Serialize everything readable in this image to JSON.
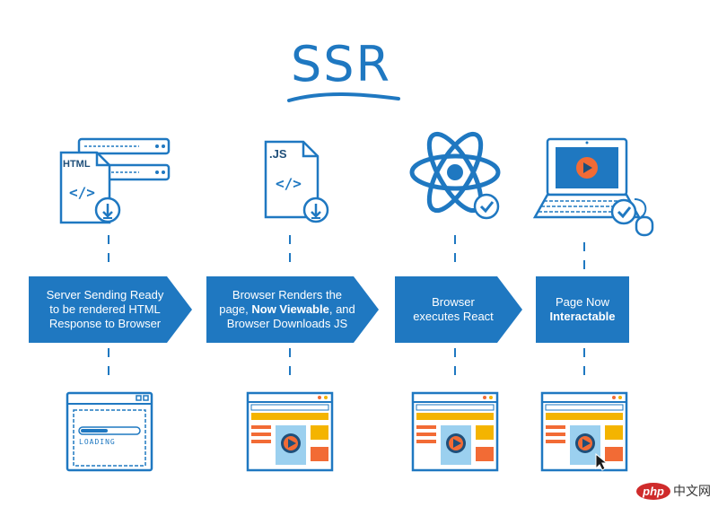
{
  "title": "SSR",
  "steps": [
    {
      "pre": "Server Sending Ready\nto be rendered HTML\nResponse to Browser",
      "bold": "",
      "post": "",
      "top_icon": "html-file-server-download-icon",
      "bottom_icon": "browser-loading-window-icon",
      "top_badge": "HTML"
    },
    {
      "pre": "Browser Renders the\npage, ",
      "bold": "Now Viewable",
      "post": ", and\nBrowser Downloads JS",
      "top_icon": "js-file-download-icon",
      "bottom_icon": "rendered-page-window-icon",
      "top_badge": ".JS"
    },
    {
      "pre": "Browser\nexecutes React",
      "bold": "",
      "post": "",
      "top_icon": "react-atom-check-icon",
      "bottom_icon": "rendered-page-window-icon"
    },
    {
      "pre": "Page Now\n",
      "bold": "Interactable",
      "post": "",
      "top_icon": "laptop-video-check-icon",
      "bottom_icon": "interactive-page-window-icon"
    }
  ],
  "loading_label": "LOADING",
  "watermark": {
    "badge": "php",
    "text": "中文网"
  },
  "colors": {
    "primary": "#1f78c1",
    "accent_yellow": "#f4b400",
    "accent_orange": "#f26b35",
    "accent_red": "#e8473a",
    "light_blue": "#9bd0ef"
  }
}
